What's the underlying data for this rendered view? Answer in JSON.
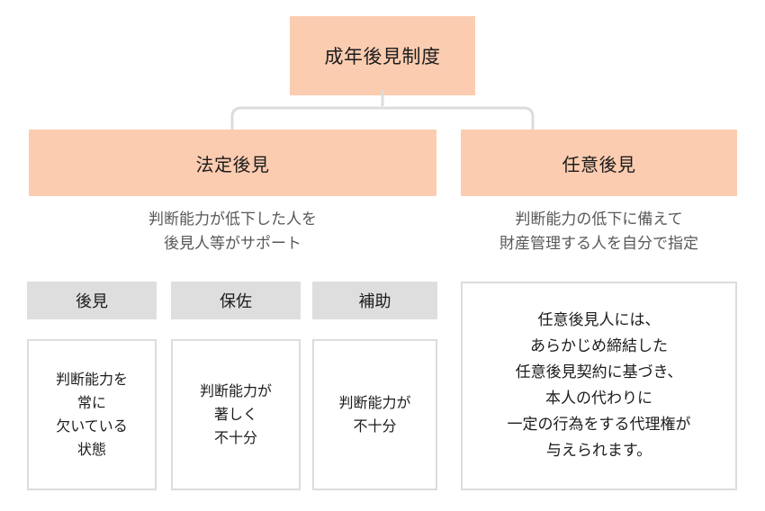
{
  "diagram": {
    "title": "成年後見制度",
    "colors": {
      "node_fill": "#fcccb0",
      "header_fill": "#dedede",
      "box_border": "#dcdcdc",
      "connector": "#dcdcdc",
      "text_dark": "#1c1c1c",
      "text_muted": "#585858",
      "background": "#ffffff"
    },
    "root": {
      "label": "成年後見制度"
    },
    "branches": [
      {
        "key": "statutory",
        "label": "法定後見",
        "caption": "判断能力が低下した人を\n後見人等がサポート",
        "types": [
          {
            "key": "koken",
            "header": "後見",
            "detail": "判断能力を\n常に\n欠いている\n状態"
          },
          {
            "key": "hosa",
            "header": "保佐",
            "detail": "判断能力が\n著しく\n不十分"
          },
          {
            "key": "hojo",
            "header": "補助",
            "detail": "判断能力が\n不十分"
          }
        ]
      },
      {
        "key": "voluntary",
        "label": "任意後見",
        "caption": "判断能力の低下に備えて\n財産管理する人を自分で指定",
        "detail": "任意後見人には、\nあらかじめ締結した\n任意後見契約に基づき、\n本人の代わりに\n一定の行為をする代理権が\n与えられます。"
      }
    ]
  }
}
